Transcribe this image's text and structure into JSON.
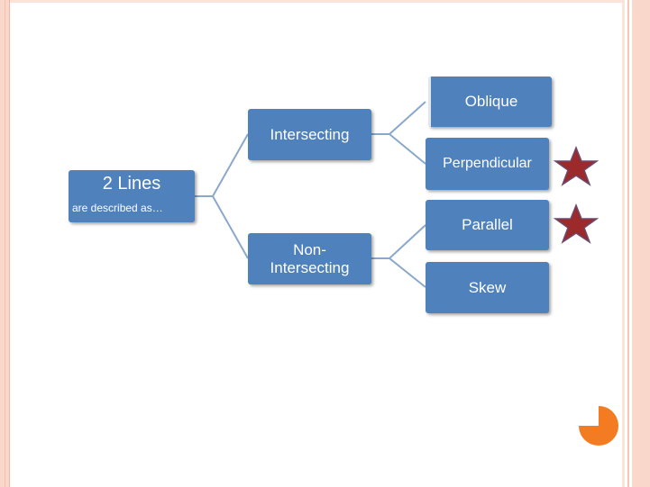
{
  "diagram": {
    "root": {
      "title": "2 Lines",
      "subtitle": "are described as…"
    },
    "branches": [
      {
        "label": "Intersecting",
        "children": [
          "Oblique",
          "Perpendicular"
        ]
      },
      {
        "label": "Non-\nIntersecting",
        "children": [
          "Parallel",
          "Skew"
        ]
      }
    ],
    "starred": [
      "Perpendicular",
      "Parallel"
    ],
    "colors": {
      "node_fill": "#4f81bd",
      "node_text": "#ffffff",
      "connector": "#8aa8cc",
      "star_fill": "#9c2a2a",
      "accent_orange": "#f37b22",
      "frame_peach": "#f9d8cb"
    },
    "icons": [
      "star-icon",
      "pie-quarter-icon"
    ]
  }
}
